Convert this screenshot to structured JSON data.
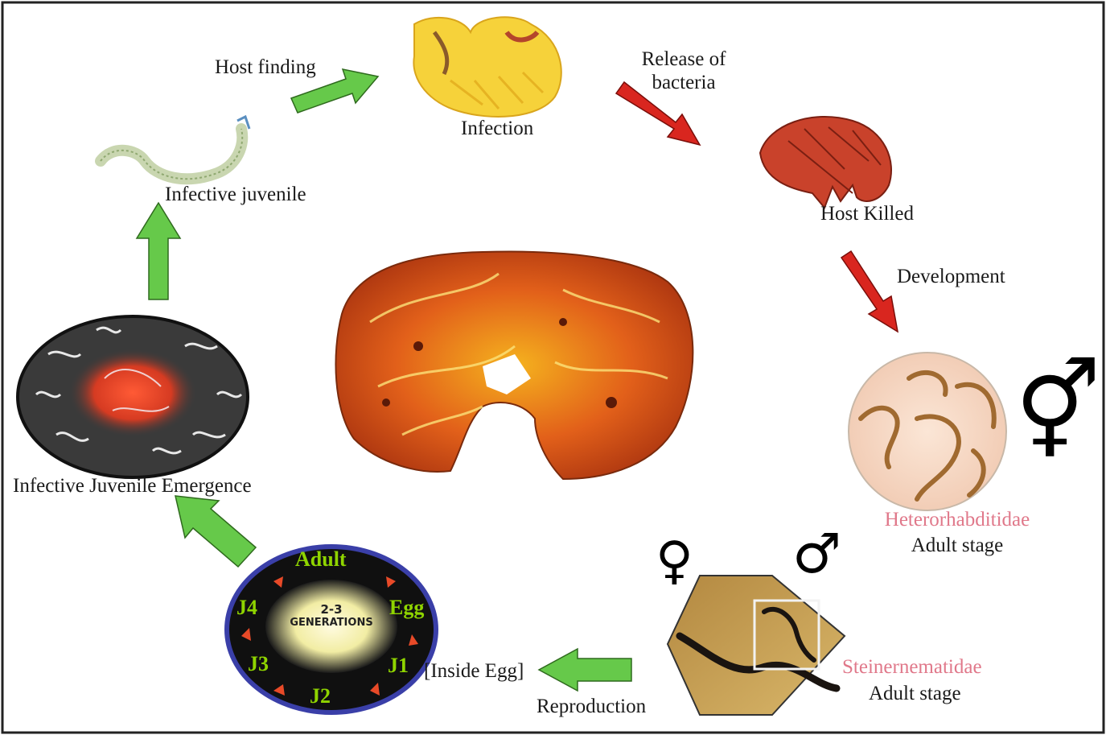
{
  "labels": {
    "host_finding": "Host finding",
    "infection": "Infection",
    "release_of_bacteria_line1": "Release of",
    "release_of_bacteria_line2": "bacteria",
    "host_killed": "Host Killed",
    "development": "Development",
    "hetero_family": "Heterorhabditidae",
    "hetero_stage": "Adult stage",
    "steiner_family": "Steinernematidae",
    "steiner_stage": "Adult stage",
    "reproduction": "Reproduction",
    "inside_egg": "[Inside Egg]",
    "ij_emergence": "Infective Juvenile Emergence",
    "infective_juvenile": "Infective juvenile"
  },
  "generation_cycle": {
    "center_line1": "2-3",
    "center_line2": "GENERATIONS",
    "stages": {
      "adult": "Adult",
      "egg": "Egg",
      "j1": "J1",
      "j2": "J2",
      "j3": "J3",
      "j4": "J4"
    }
  },
  "symbols": {
    "hermaphrodite": "⚥",
    "female": "♀",
    "male": "♂"
  },
  "colors": {
    "green_arrow": "#66c94a",
    "red_arrow": "#d9261f",
    "border": "#222222",
    "pink_text": "#e0788a",
    "stage_text_green": "#8fd400"
  }
}
